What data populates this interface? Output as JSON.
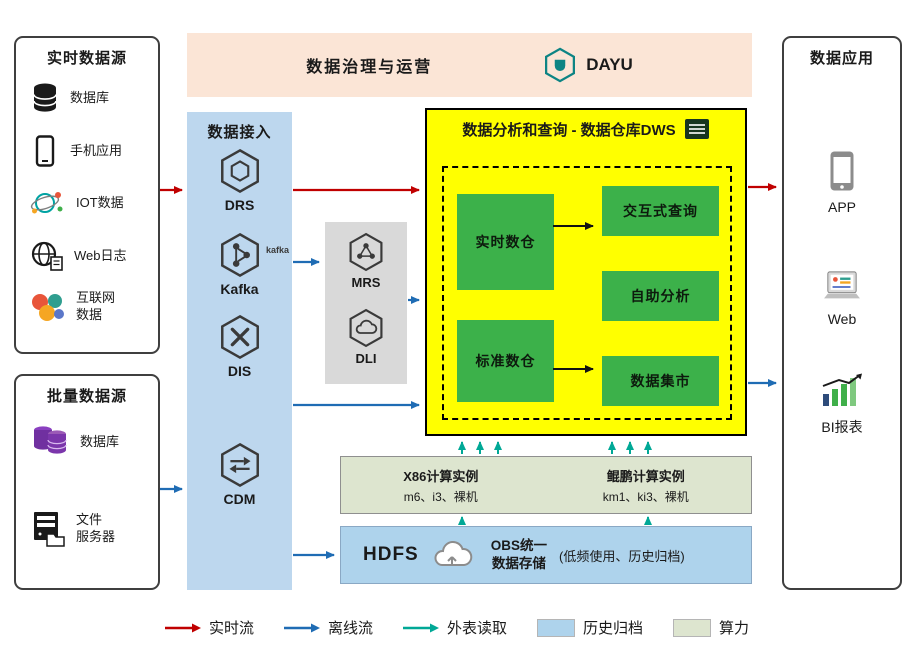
{
  "banner": {
    "title": "数据治理与运营",
    "logo": "DAYU"
  },
  "realtime_sources": {
    "title": "实时数据源",
    "items": [
      {
        "label": "数据库"
      },
      {
        "label": "手机应用"
      },
      {
        "label": "IOT数据"
      },
      {
        "label": "Web日志"
      },
      {
        "label": "互联网\n数据"
      }
    ]
  },
  "batch_sources": {
    "title": "批量数据源",
    "items": [
      {
        "label": "数据库"
      },
      {
        "label": "文件\n服务器"
      }
    ]
  },
  "ingestion": {
    "title": "数据接入",
    "items": [
      {
        "label": "DRS"
      },
      {
        "label": "Kafka",
        "wordmark": "kafka"
      },
      {
        "label": "DIS"
      },
      {
        "label": "CDM"
      }
    ]
  },
  "processing": {
    "items": [
      {
        "label": "MRS"
      },
      {
        "label": "DLI"
      }
    ]
  },
  "dws": {
    "title": "数据分析和查询 - 数据仓库DWS",
    "warehouses": [
      {
        "label": "实时数仓"
      },
      {
        "label": "标准数仓"
      }
    ],
    "services": [
      {
        "label": "交互式查询"
      },
      {
        "label": "自助分析"
      },
      {
        "label": "数据集市"
      }
    ]
  },
  "compute": {
    "x86": {
      "title": "X86计算实例",
      "detail": "m6、i3、裸机"
    },
    "kunpeng": {
      "title": "鲲鹏计算实例",
      "detail": "km1、ki3、裸机"
    }
  },
  "storage": {
    "hdfs": "HDFS",
    "obs": "OBS统一\n数据存储",
    "note": "(低频使用、历史归档)"
  },
  "applications": {
    "title": "数据应用",
    "items": [
      {
        "label": "APP"
      },
      {
        "label": "Web"
      },
      {
        "label": "BI报表"
      }
    ]
  },
  "legend": {
    "items": [
      {
        "label": "实时流",
        "type": "arrow",
        "color": "#c00000"
      },
      {
        "label": "离线流",
        "type": "arrow",
        "color": "#1f6cb4"
      },
      {
        "label": "外表读取",
        "type": "arrow",
        "color": "#00a896"
      },
      {
        "label": "历史归档",
        "type": "swatch",
        "color": "#aed3ec"
      },
      {
        "label": "算力",
        "type": "swatch",
        "color": "#dde5cf"
      }
    ]
  },
  "colors": {
    "realtime_flow": "#c00000",
    "offline_flow": "#1f6cb4",
    "external_read": "#00a896",
    "archive_fill": "#aed3ec",
    "compute_fill": "#dde5cf",
    "dws_fill": "#ffff00",
    "warehouse_green": "#3cb14a",
    "ingestion_fill": "#bdd7ee",
    "banner_fill": "#fbe5d6"
  }
}
